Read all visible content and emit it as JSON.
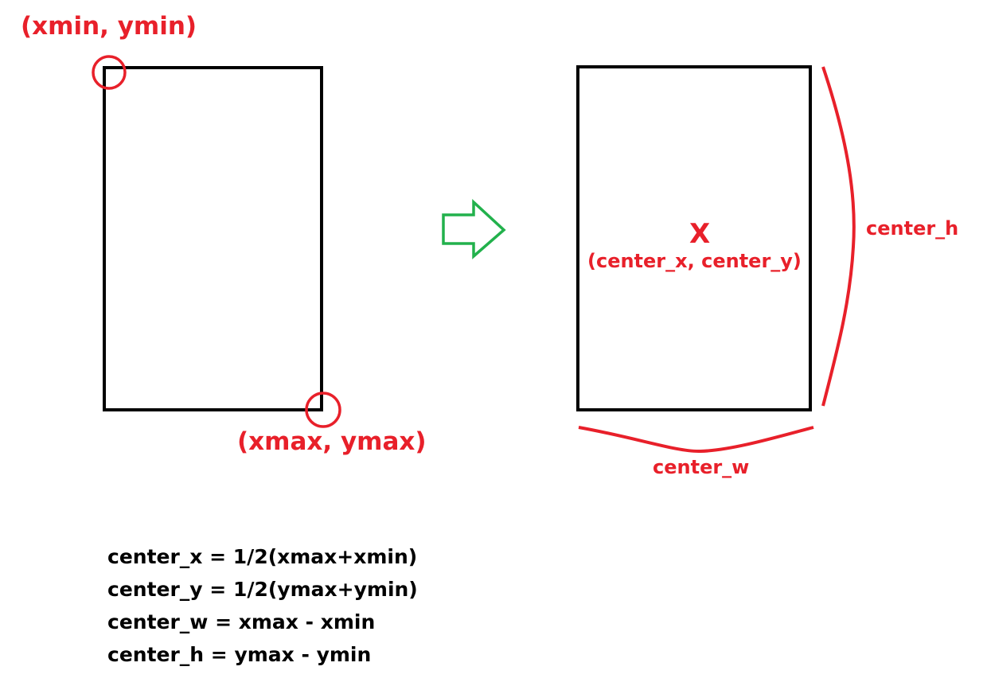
{
  "colors": {
    "annotation": "#e8202a",
    "arrow": "#22b14c",
    "box": "#000000",
    "formula_text": "#000000"
  },
  "left_panel": {
    "top_left_label": "(xmin, ymin)",
    "bottom_right_label": "(xmax, ymax)"
  },
  "transition_arrow_icon": "right-arrow-icon",
  "right_panel": {
    "center_marker": "X",
    "center_label": "(center_x, center_y)",
    "height_label": "center_h",
    "width_label": "center_w"
  },
  "formulas": [
    "center_x = 1/2(xmax+xmin)",
    "center_y = 1/2(ymax+ymin)",
    "center_w = xmax - xmin",
    "center_h = ymax - ymin"
  ]
}
